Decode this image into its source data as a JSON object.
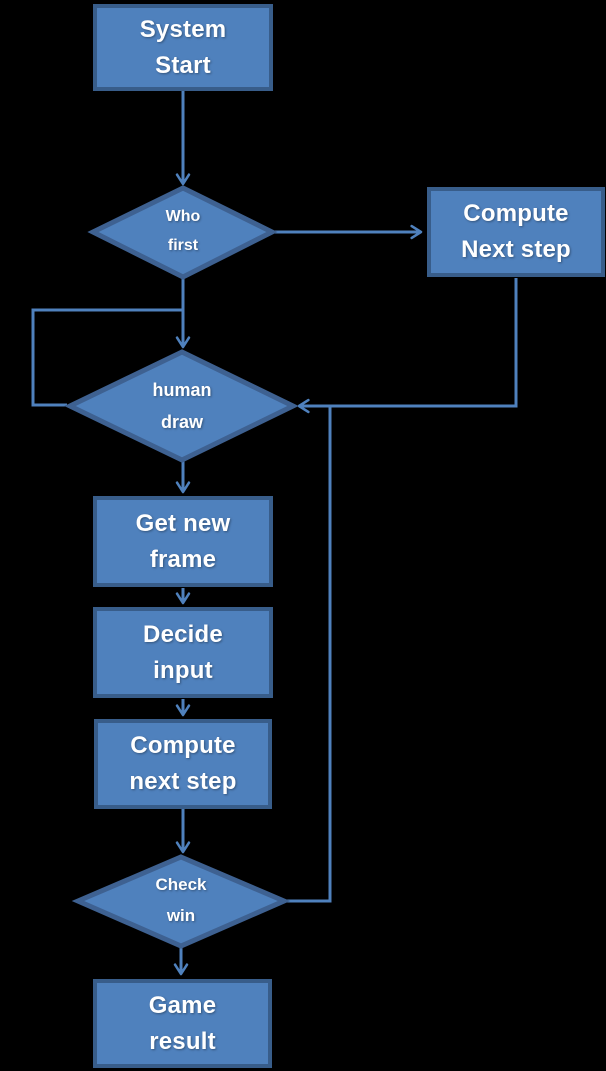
{
  "colors": {
    "background": "#000000",
    "shape_fill": "#4f81bd",
    "shape_border": "#385d8a",
    "diamond_border": "#3e6191",
    "connector": "#4f81bd",
    "text": "#ffffff"
  },
  "nodes": [
    {
      "id": "system-start",
      "type": "process",
      "line1": "System",
      "line2": "Start"
    },
    {
      "id": "who-first",
      "type": "decision",
      "line1": "Who",
      "line2": "first"
    },
    {
      "id": "compute-next-step-ai",
      "type": "process",
      "line1": "Compute",
      "line2": "Next step"
    },
    {
      "id": "human-draw",
      "type": "decision",
      "line1": "human",
      "line2": "draw"
    },
    {
      "id": "get-new-frame",
      "type": "process",
      "line1": "Get new",
      "line2": "frame"
    },
    {
      "id": "decide-input",
      "type": "process",
      "line1": "Decide",
      "line2": "input"
    },
    {
      "id": "compute-next-step",
      "type": "process",
      "line1": "Compute",
      "line2": "next step"
    },
    {
      "id": "check-win",
      "type": "decision",
      "line1": "Check",
      "line2": "win"
    },
    {
      "id": "game-result",
      "type": "process",
      "line1": "Game",
      "line2": "result"
    }
  ],
  "edges": [
    {
      "from": "system-start",
      "to": "who-first",
      "route": "straight-down"
    },
    {
      "from": "who-first",
      "to": "compute-next-step-ai",
      "route": "right"
    },
    {
      "from": "who-first",
      "to": "human-draw",
      "route": "straight-down"
    },
    {
      "from": "who-first",
      "to": "human-draw",
      "route": "left-loop"
    },
    {
      "from": "compute-next-step-ai",
      "to": "human-draw",
      "route": "down-left"
    },
    {
      "from": "human-draw",
      "to": "get-new-frame",
      "route": "straight-down"
    },
    {
      "from": "get-new-frame",
      "to": "decide-input",
      "route": "straight-down"
    },
    {
      "from": "decide-input",
      "to": "compute-next-step",
      "route": "straight-down"
    },
    {
      "from": "compute-next-step",
      "to": "check-win",
      "route": "straight-down"
    },
    {
      "from": "check-win",
      "to": "human-draw",
      "route": "right-loop"
    },
    {
      "from": "check-win",
      "to": "game-result",
      "route": "straight-down"
    }
  ]
}
